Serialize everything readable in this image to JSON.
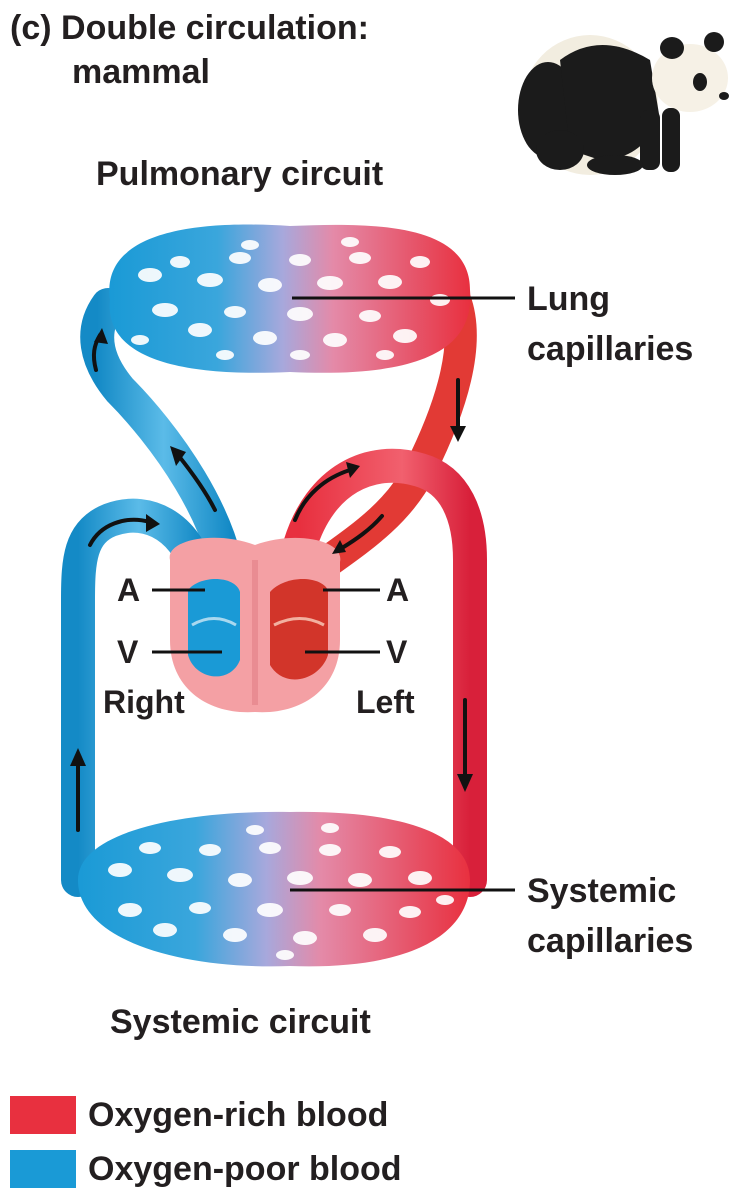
{
  "title": {
    "panel_letter": "(c)",
    "line1": "Double circulation:",
    "line2": "mammal"
  },
  "circuits": {
    "pulmonary": "Pulmonary circuit",
    "systemic": "Systemic circuit"
  },
  "callouts": {
    "lung_line1": "Lung",
    "lung_line2": "capillaries",
    "systemic_line1": "Systemic",
    "systemic_line2": "capillaries"
  },
  "heart": {
    "right_atrium": "A",
    "right_ventricle": "V",
    "left_atrium": "A",
    "left_ventricle": "V",
    "right_side": "Right",
    "left_side": "Left"
  },
  "legend": [
    {
      "label": "Oxygen-rich blood",
      "color": "#e8303f"
    },
    {
      "label": "Oxygen-poor blood",
      "color": "#1a9ad6"
    }
  ],
  "colors": {
    "oxygen_rich": "#e8303f",
    "oxygen_poor": "#1a9ad6",
    "heart_tissue": "#f4a0a4"
  },
  "image": {
    "animal_icon": "panda-icon"
  }
}
